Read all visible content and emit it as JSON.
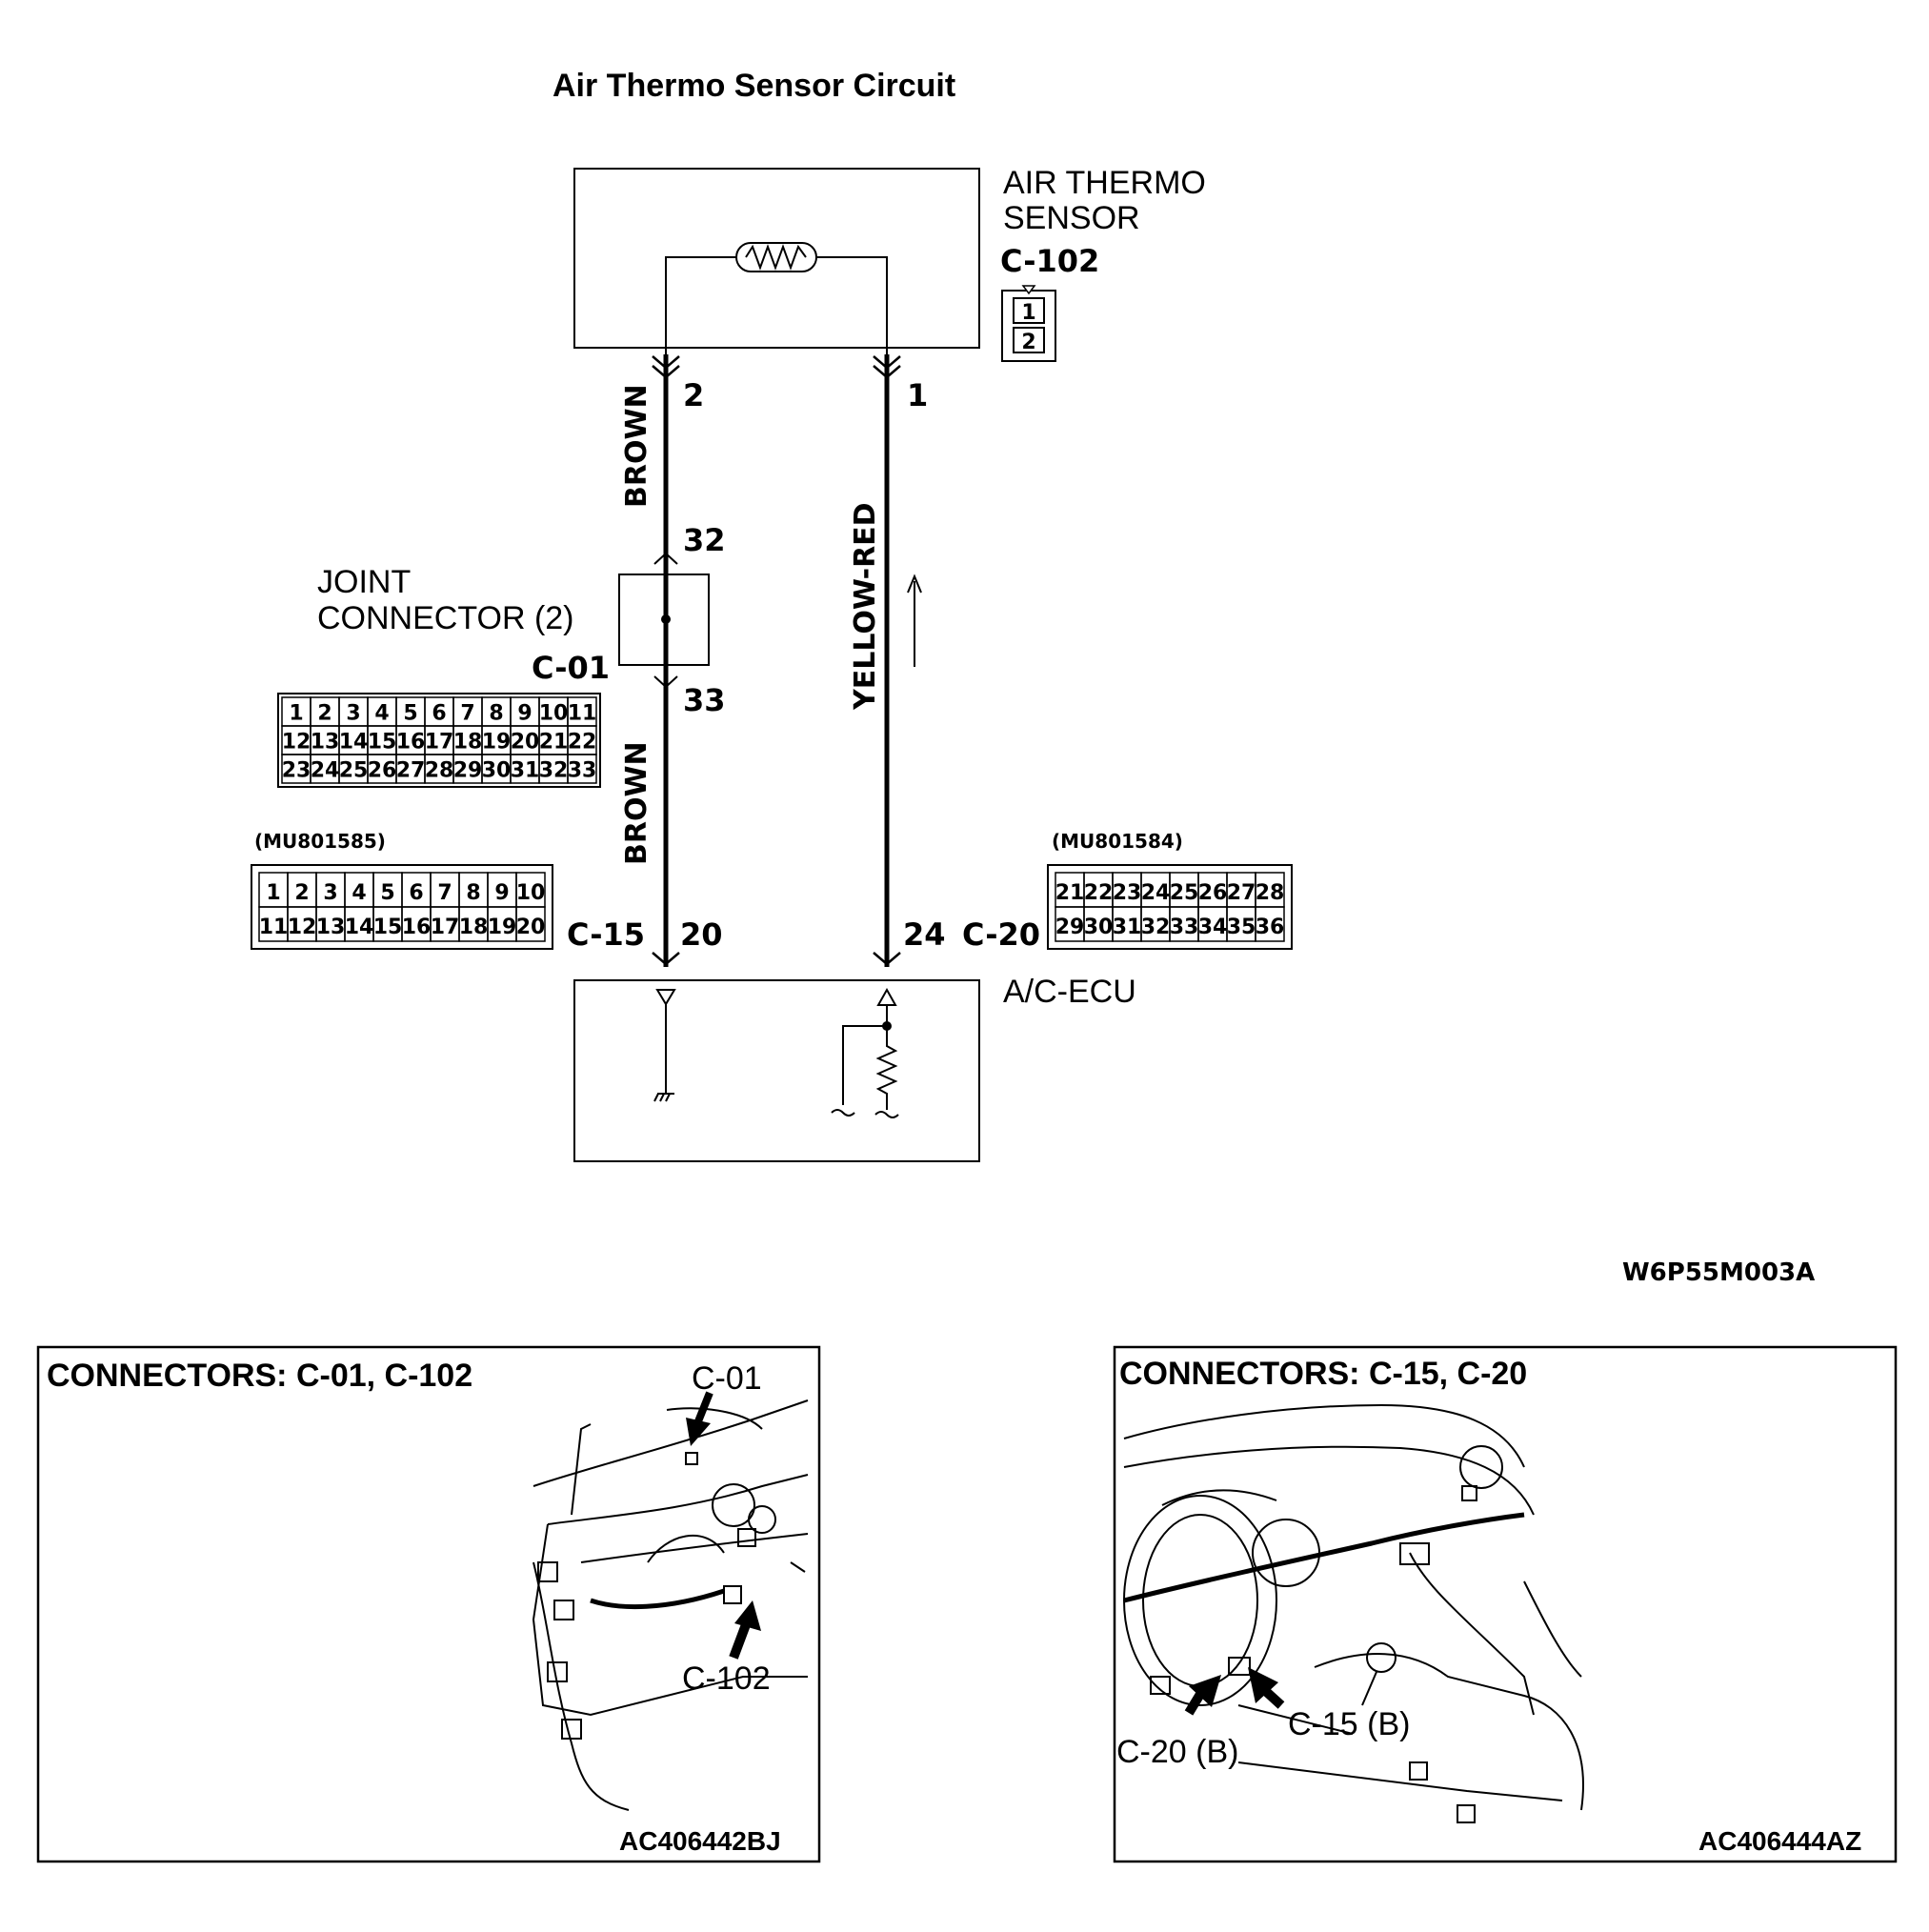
{
  "title": "Air Thermo Sensor Circuit",
  "sensor": {
    "label_line1": "AIR THERMO",
    "label_line2": "SENSOR",
    "connector": "C-102",
    "pins": [
      "1",
      "2"
    ]
  },
  "joint": {
    "label_line1": "JOINT",
    "label_line2": "CONNECTOR (2)",
    "connector": "C-01",
    "rows": [
      [
        "1",
        "2",
        "3",
        "4",
        "5",
        "6",
        "7",
        "8",
        "9",
        "10",
        "11"
      ],
      [
        "12",
        "13",
        "14",
        "15",
        "16",
        "17",
        "18",
        "19",
        "20",
        "21",
        "22"
      ],
      [
        "23",
        "24",
        "25",
        "26",
        "27",
        "28",
        "29",
        "30",
        "31",
        "32",
        "33"
      ]
    ]
  },
  "ecu": {
    "label": "A/C-ECU"
  },
  "left_connector": {
    "part": "(MU801585)",
    "name": "C-15",
    "rows": [
      [
        "1",
        "2",
        "3",
        "4",
        "5",
        "6",
        "7",
        "8",
        "9",
        "10"
      ],
      [
        "11",
        "12",
        "13",
        "14",
        "15",
        "16",
        "17",
        "18",
        "19",
        "20"
      ]
    ]
  },
  "right_connector": {
    "part": "(MU801584)",
    "name": "C-20",
    "rows": [
      [
        "21",
        "22",
        "23",
        "24",
        "25",
        "26",
        "27",
        "28"
      ],
      [
        "29",
        "30",
        "31",
        "32",
        "33",
        "34",
        "35",
        "36"
      ]
    ]
  },
  "wires": {
    "brown": "BROWN",
    "brown2": "BROWN",
    "yellow_red": "YELLOW-RED"
  },
  "pin_numbers": {
    "sensor_left": "2",
    "sensor_right": "1",
    "joint_top": "32",
    "joint_bottom": "33",
    "ecu_left": "20",
    "ecu_right": "24"
  },
  "code": "W6P55M003A",
  "panel_left": {
    "title": "CONNECTORS: C-01, C-102",
    "callout1": "C-01",
    "callout2": "C-102",
    "ref": "AC406442BJ"
  },
  "panel_right": {
    "title": "CONNECTORS: C-15, C-20",
    "callout1": "C-15 (B)",
    "callout2": "C-20 (B)",
    "ref": "AC406444AZ"
  }
}
